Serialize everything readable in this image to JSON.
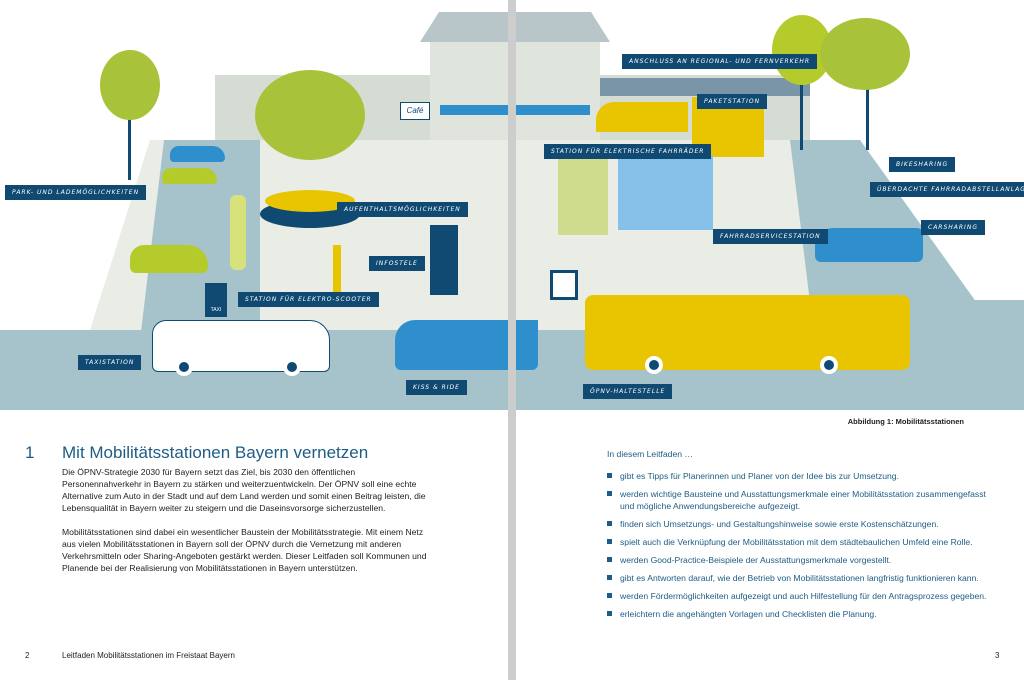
{
  "illustration": {
    "labels": {
      "park": "Park- und Lademöglichkeiten",
      "aufenthalt": "Aufenthaltsmöglichkeiten",
      "infostele": "Infostele",
      "scooter": "Station für Elektro-Scooter",
      "taxistation": "Taxistation",
      "kiss": "Kiss & Ride",
      "anschluss": "Anschluss an Regional- und Fernverkehr",
      "paketstation": "Paketstation",
      "ebike": "Station für elektrische Fahrräder",
      "service": "Fahrradservicestation",
      "bikesharing": "Bikesharing",
      "ueberdacht": "Überdachte Fahrradabstellanlagen",
      "carsharing": "Carsharing",
      "haltestelle": "ÖPNV-Haltestelle"
    },
    "cafe_sign": "Café",
    "taxi_sign": "TAXI",
    "caption": "Abbildung 1: Mobilitätsstationen"
  },
  "left_page": {
    "chapter_number": "1",
    "title": "Mit Mobilitätsstationen Bayern vernetzen",
    "paragraphs": [
      "Die ÖPNV-Strategie 2030 für Bayern setzt das Ziel, bis 2030 den öffentlichen Personennahverkehr in Bayern zu stärken und weiterzuentwickeln. Der ÖPNV soll eine echte Alternative zum Auto in der Stadt und auf dem Land werden und somit einen Beitrag leisten, die Lebensqualität in Bayern weiter zu steigern und die Daseinsvorsorge sicherzustellen.",
      "Mobilitätsstationen sind dabei ein wesentlicher Baustein der Mobilitätsstrategie. Mit einem Netz aus vielen Mobilitätsstationen in Bayern soll der ÖPNV durch die Vernetzung mit anderen Verkehrsmitteln oder Sharing-Angeboten gestärkt werden. Dieser Leitfaden soll Kommunen und Planende bei der Realisierung von Mobilitätsstationen in Bayern unterstützen."
    ],
    "page_number": "2",
    "footer": "Leitfaden Mobilitätsstationen im Freistaat Bayern"
  },
  "right_page": {
    "intro": "In diesem Leitfaden …",
    "items": [
      "gibt es Tipps für Planerinnen und Planer von der Idee bis zur Umsetzung.",
      "werden wichtige Bausteine und Ausstattungsmerkmale einer Mobilitätsstation zusammengefasst und mögliche Anwendungsbereiche aufgezeigt.",
      "finden sich Umsetzungs- und Gestaltungshinweise sowie erste Kostenschätzungen.",
      "spielt auch die Verknüpfung der Mobilitätsstation mit dem städtebaulichen Umfeld eine Rolle.",
      "werden Good-Practice-Beispiele der Ausstattungsmerkmale vorgestellt.",
      "gibt es Antworten darauf, wie der Betrieb von Mobilitätsstationen langfristig funktionieren kann.",
      "werden Fördermöglichkeiten aufgezeigt und auch Hilfestellung für den Antragsprozess gegeben.",
      "erleichtern die angehängten Vorlagen und Checklisten die Planung."
    ],
    "page_number": "3"
  }
}
